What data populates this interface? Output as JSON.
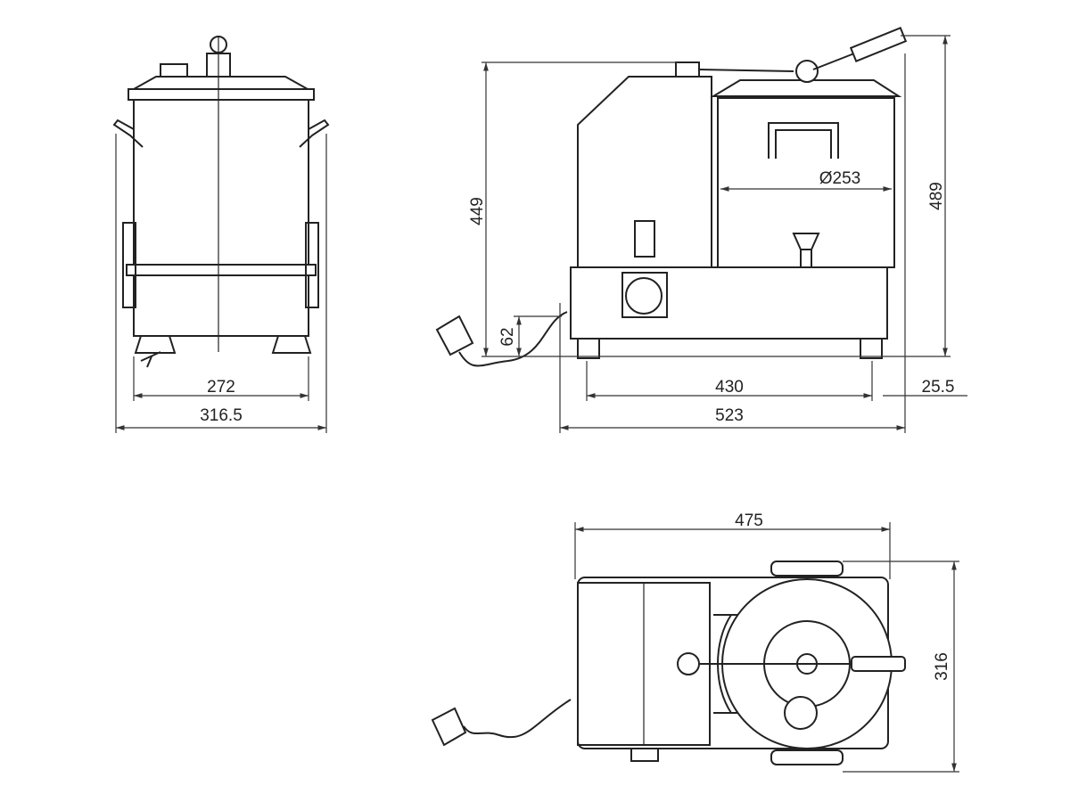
{
  "drawing": {
    "front_view": {
      "inner_width": "272",
      "overall_width": "316.5"
    },
    "side_view": {
      "body_height": "449",
      "overall_height": "489",
      "bowl_diameter": "Ø253",
      "cord_height": "62",
      "feet_span": "430",
      "overall_length": "523",
      "foot_offset": "25.5"
    },
    "top_view": {
      "overall_length": "475",
      "overall_depth": "316"
    }
  }
}
